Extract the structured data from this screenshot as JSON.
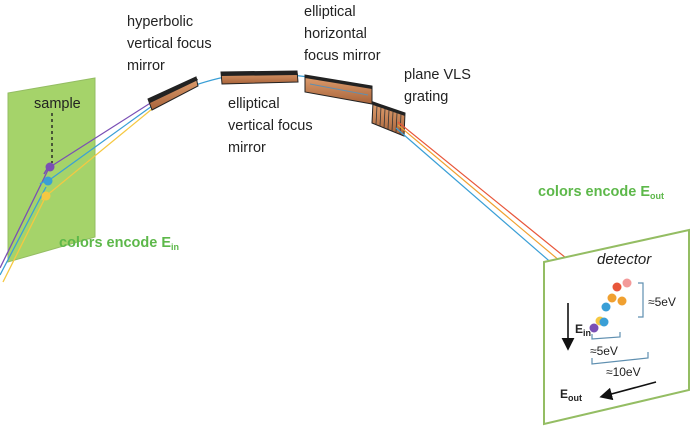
{
  "labels": {
    "sample": "sample",
    "hyperbolic": [
      "hyperbolic",
      "vertical focus",
      "mirror"
    ],
    "elliptical_vertical": [
      "elliptical",
      "vertical focus",
      "mirror"
    ],
    "elliptical_horizontal": [
      "elliptical",
      "horizontal",
      "focus mirror"
    ],
    "grating": [
      "plane VLS",
      "grating"
    ],
    "colors_in": "colors encode E",
    "colors_in_sub": "in",
    "colors_out": "colors encode E",
    "colors_out_sub": "out",
    "detector": "detector",
    "e_in": "E",
    "e_in_sub": "in",
    "e_out": "E",
    "e_out_sub": "out",
    "dim_5ev_vertical": "≈5eV",
    "dim_5ev_horizontal": "≈5eV",
    "dim_10ev": "≈10eV"
  },
  "colors": {
    "label_green": "#5db84a",
    "panel_fill": "#a5d36a",
    "panel_stroke": "#94bd63",
    "mirror_top": "#222222",
    "mirror_side": "#c9875a",
    "beam_blue": "#3a9fd6",
    "beam_red": "#e8563a",
    "beam_orange": "#f0a030",
    "beam_purple": "#7a4fb5",
    "beam_yellow": "#f5c842",
    "dot_pink": "#f39a9a"
  }
}
